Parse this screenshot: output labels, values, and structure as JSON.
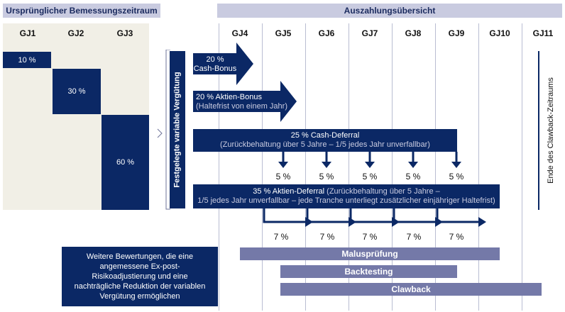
{
  "headers": {
    "left": "Ursprünglicher Bemessungszeitraum",
    "right": "Auszahlungsübersicht"
  },
  "years": [
    "GJ1",
    "GJ2",
    "GJ3",
    "GJ4",
    "GJ5",
    "GJ6",
    "GJ7",
    "GJ8",
    "GJ9",
    "GJ10",
    "GJ11"
  ],
  "base_shares": [
    "10 %",
    "30 %",
    "60 %"
  ],
  "vertical_label": "Festgelegte variable Vergütung",
  "cash_bonus": {
    "line1": "20 %",
    "line2": "Cash-Bonus"
  },
  "aktien_bonus": {
    "line1": "20 % Aktien-Bonus",
    "line2": "(Haltefrist von einem Jahr)"
  },
  "cash_deferral": {
    "line1": "25 % Cash-Deferral",
    "line2": "(Zurückbehaltung über 5 Jahre – 1/5 jedes Jahr unverfallbar)",
    "tranche": "5 %"
  },
  "aktien_deferral": {
    "line1_a": "35 % Aktien-Deferral",
    "line1_b": " (Zurückbehaltung über 5 Jahre –",
    "line2": "1/5 jedes Jahr unverfallbar – jede Tranche unterliegt zusätzlicher einjähriger Haltefrist)",
    "tranche": "7 %"
  },
  "info_box": "Weitere Bewertungen, die eine angemessene Ex-post-Risikoadjustierung und eine nachträgliche Reduktion der variablen Vergütung ermöglichen",
  "bars": {
    "malus": "Malusprüfung",
    "backtesting": "Backtesting",
    "clawback": "Clawback"
  },
  "clawback_end_label": "Ende des Clawback-Zeitraums",
  "colors": {
    "navy": "#0b2865",
    "header": "#c9cbe0",
    "beige": "#f1efe6",
    "gray_bar": "#7479a8"
  }
}
